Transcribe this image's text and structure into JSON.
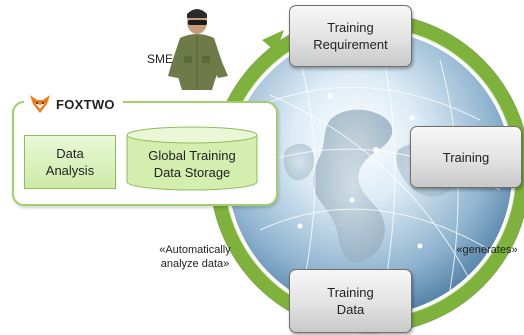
{
  "diagram": {
    "boxes": {
      "training_requirement": "Training\nRequirement",
      "training": "Training",
      "training_data": "Training\nData"
    },
    "sme_label": "SME",
    "logo_text": "FOXTWO",
    "inner_boxes": {
      "data_analysis": "Data\nAnalysis",
      "global_storage": "Global Training\nData Storage"
    },
    "edge_labels": {
      "auto_analyze": "«Automatically\nanalyze data»",
      "generates": "«generates»"
    },
    "colors": {
      "cycle_ring": "#7fb23c",
      "frame": "#9fd06a",
      "logo": "#f07a1a"
    }
  }
}
